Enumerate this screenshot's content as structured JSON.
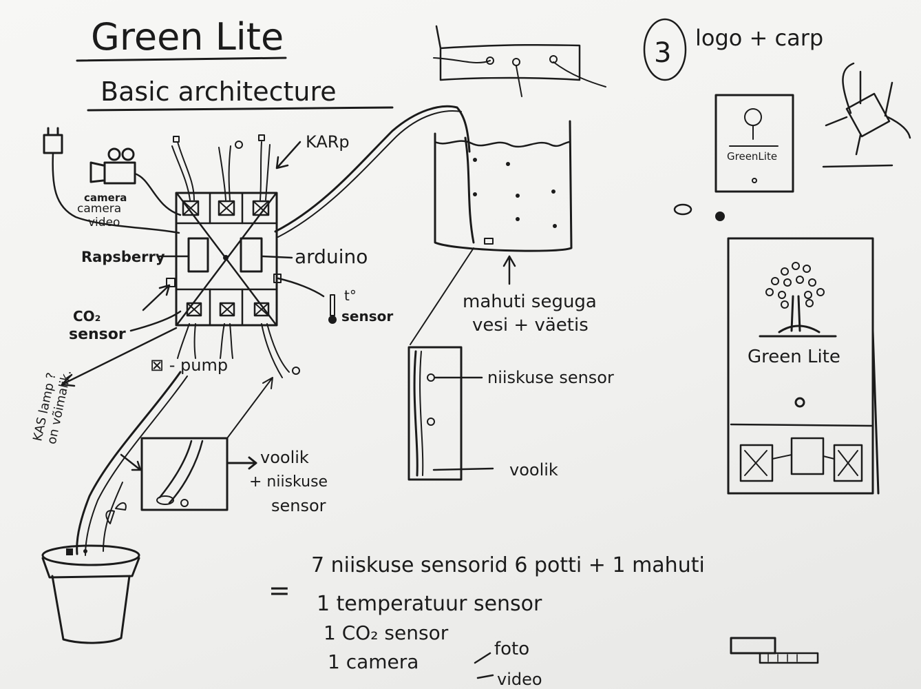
{
  "title": "Green Lite",
  "subtitle": "Basic architecture",
  "center_board": {
    "kar_label": "KARp",
    "raspberry": "Rapsberry",
    "arduino": "arduino",
    "camera": "camera\nvideo",
    "camera_top": "camera",
    "co2": "CO₂",
    "co2_sub": "sensor",
    "t_sensor_top": "t°",
    "t_sensor": "sensor",
    "pump": "⊠ - pump",
    "lamp": "KAS lamp ?\non võimalik."
  },
  "tank": {
    "caption1": "mahuti seguga",
    "caption2": "vesi + väetis",
    "moisture": "niiskuse sensor",
    "hose": "voolik"
  },
  "hose_detail": {
    "line1": "voolik",
    "line2": "+ niiskuse",
    "line3": "sensor"
  },
  "logo_section": {
    "number": "3",
    "heading": "logo + carp",
    "small_logo": "GreenLite",
    "big_logo": "Green Lite"
  },
  "summary": {
    "eq": "=",
    "line1": "7 niiskuse sensorid  6 potti  + 1 mahuti",
    "line2": "1 temperatuur  sensor",
    "line3": "1 CO₂   sensor",
    "line4": "1 camera",
    "foto": "foto",
    "video": "video"
  }
}
